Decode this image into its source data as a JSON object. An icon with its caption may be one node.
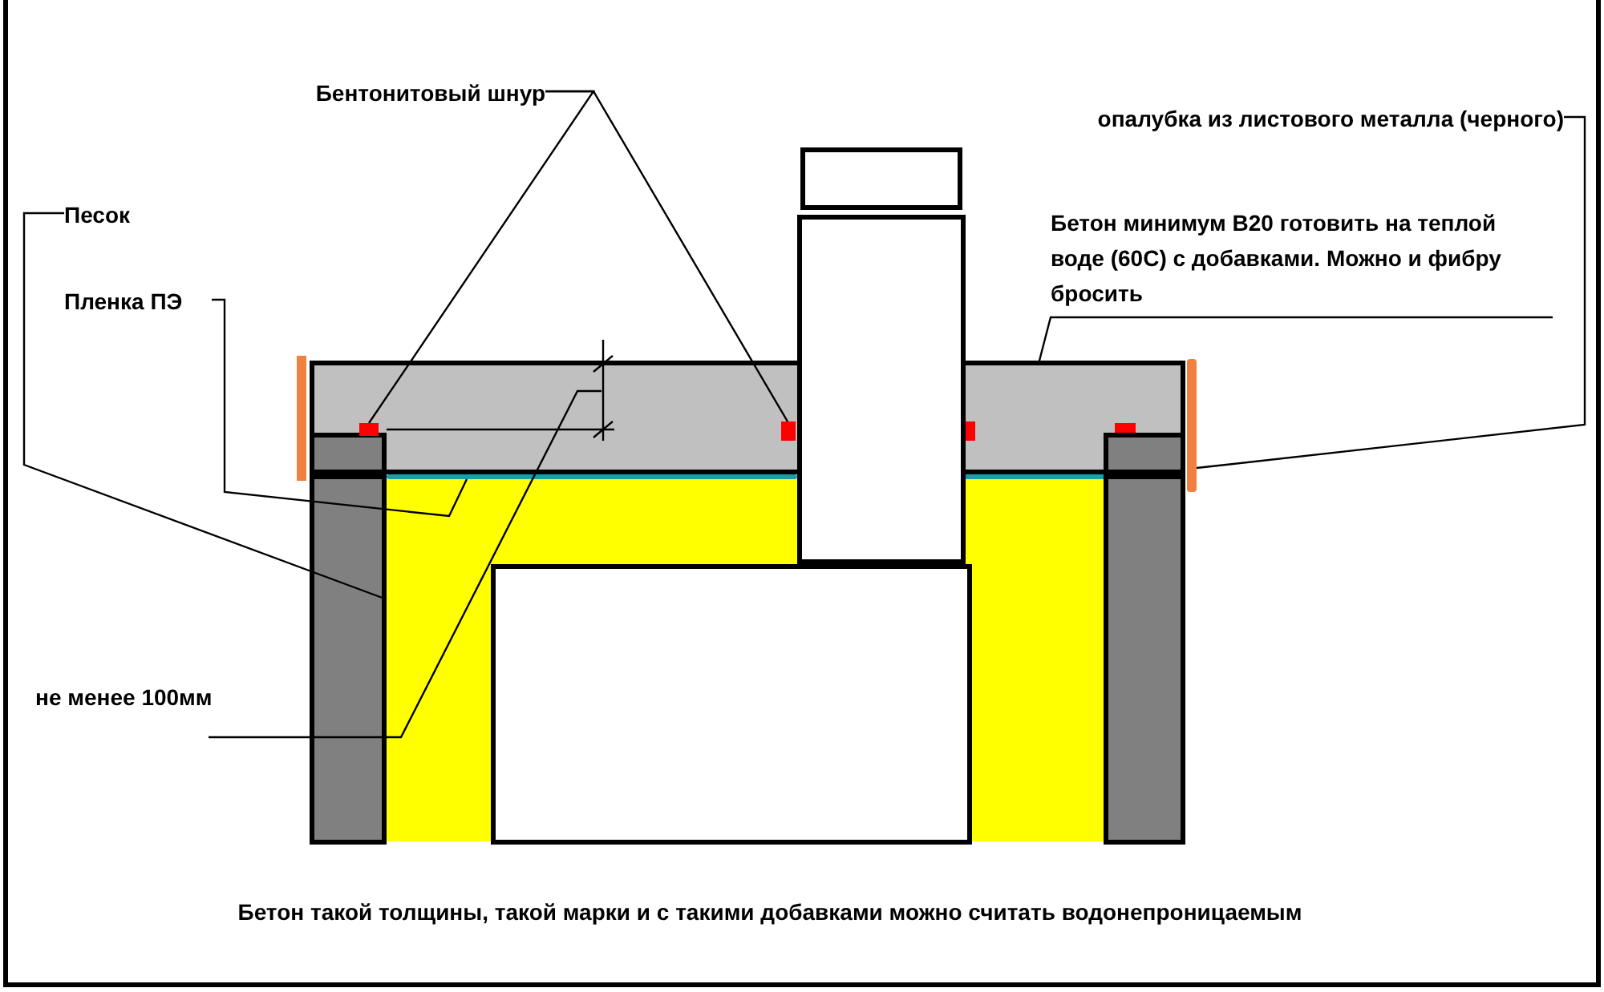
{
  "diagram": {
    "nodes": [
      {
        "text": [
          "Бентонитовый шнур"
        ]
      },
      {
        "text": [
          "опалубка из листового металла (черного)"
        ]
      },
      {
        "text": [
          "Песок"
        ]
      },
      {
        "text": [
          "Пленка ПЭ"
        ]
      },
      {
        "text": [
          "Бетон минимум В20 готовить на теплой воде (60С) с добавками. Можно и фибру бросить"
        ]
      },
      {
        "text": [
          "не менее 100мм"
        ]
      },
      {
        "text": [],
        "shape": "box"
      },
      {
        "text": [],
        "shape": "bar"
      },
      {
        "text": [],
        "shape": "box"
      },
      {
        "text": [],
        "shape": "box",
        "in": 8
      },
      {
        "text": [],
        "shape": "box",
        "in": 8
      },
      {
        "text": [],
        "shape": "box"
      },
      {
        "text": [],
        "shape": "bar"
      },
      {
        "text": [],
        "shape": "box"
      },
      {
        "text": [],
        "shape": "box"
      },
      {
        "text": [],
        "shape": "box"
      },
      {
        "text": [],
        "shape": "box"
      },
      {
        "text": [],
        "shape": "box"
      },
      {
        "text": [],
        "shape": "box"
      },
      {
        "text": [],
        "shape": "box"
      }
    ],
    "edges": [
      {
        "from": 0,
        "to": 9,
        "arrow": "none"
      },
      {
        "from": 0,
        "to": 10,
        "arrow": "none"
      },
      {
        "from": 1,
        "to": 12,
        "arrow": "none"
      },
      {
        "from": 2,
        "to": 6,
        "arrow": "none"
      },
      {
        "from": 3,
        "to": 7,
        "arrow": "none"
      },
      {
        "from": 4,
        "to": 11,
        "arrow": "none"
      },
      {
        "from": 5,
        "to": null,
        "arrow": "none"
      }
    ],
    "labels": [
      "Бетон такой толщины, такой марки и с такими добавками можно считать водонепроницаемым"
    ]
  }
}
